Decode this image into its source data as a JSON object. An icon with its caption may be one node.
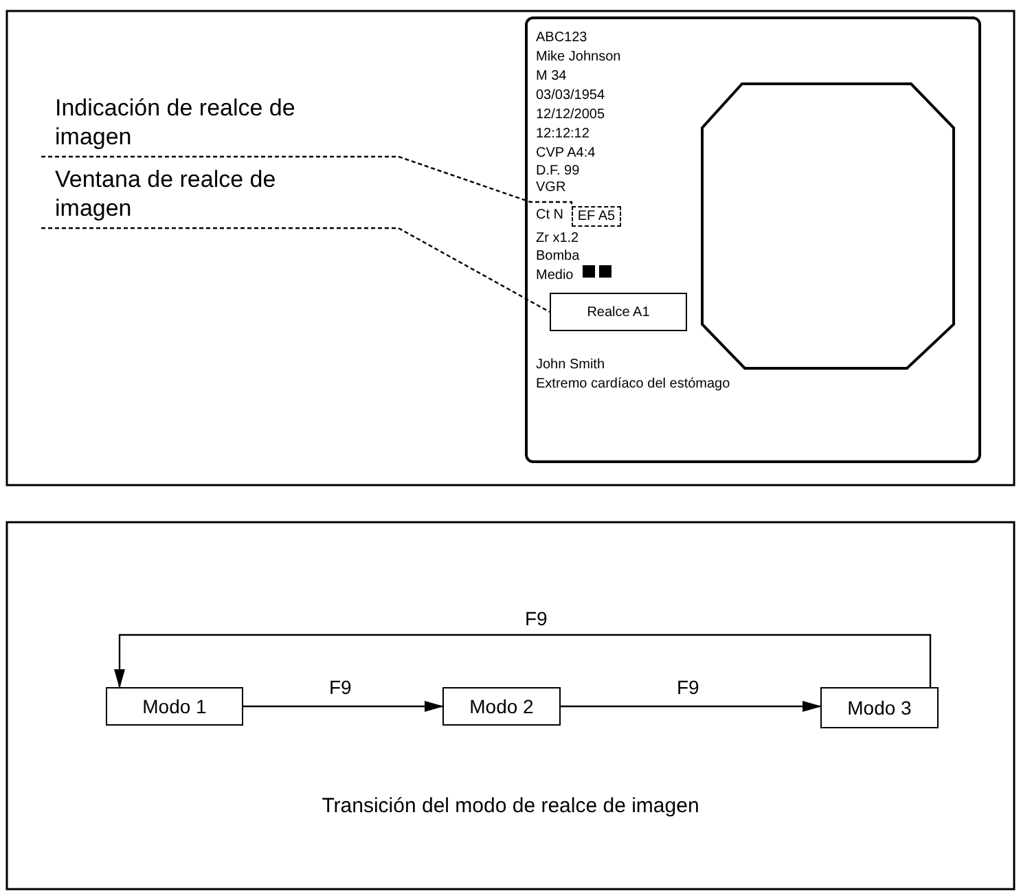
{
  "diagram": {
    "caption": "Transición del modo de realce de imagen",
    "nodes": [
      {
        "text": [
          "Indicación de realce de imagen"
        ]
      },
      {
        "text": [
          "Ventana de realce de imagen"
        ]
      },
      {
        "text": [
          "ABC123",
          "Mike Johnson",
          "M 34",
          "03/03/1954",
          "12/12/2005",
          "12:12:12",
          "CVP A4:4",
          "D.F. 99",
          "VGR",
          "Ct N",
          "Zr x1.2",
          "Bomba",
          "Medio",
          "John Smith",
          "Extremo cardíaco del estómago"
        ]
      },
      {
        "text": [
          "EF A5"
        ],
        "in": 2
      },
      {
        "text": [
          "Realce A1"
        ],
        "in": 2
      },
      {
        "text": [
          "Modo 1"
        ]
      },
      {
        "text": [
          "Modo 2"
        ]
      },
      {
        "text": [
          "Modo 3"
        ]
      }
    ],
    "edges": [
      {
        "from": 0,
        "to": 3,
        "arrow": "none",
        "style": "dashed"
      },
      {
        "from": 1,
        "to": 4,
        "arrow": "none",
        "style": "dashed"
      },
      {
        "from": 5,
        "to": 6,
        "arrow": "to",
        "label": "F9"
      },
      {
        "from": 6,
        "to": 7,
        "arrow": "to",
        "label": "F9"
      },
      {
        "from": 7,
        "to": 5,
        "arrow": "to",
        "label": "F9"
      }
    ]
  }
}
